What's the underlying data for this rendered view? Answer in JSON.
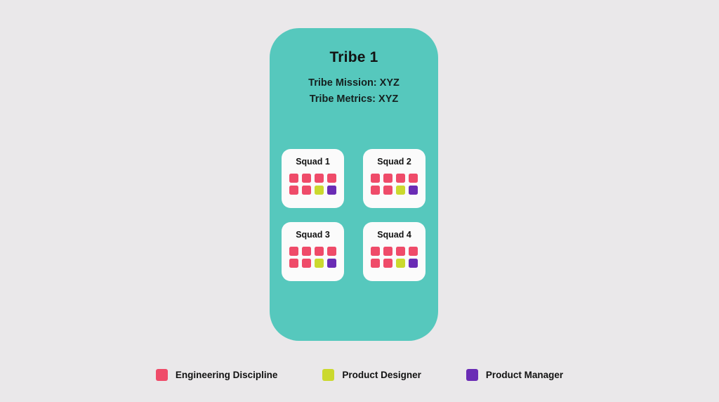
{
  "colors": {
    "page_background": "#eae8ea",
    "tribe_panel": "#56c8bd",
    "squad_card": "#fbfbfb",
    "engineering": "#ef4b६9",
    "engineering_hex": "#ef4b69",
    "designer": "#cbd92e",
    "manager": "#6a2cb5",
    "text": "#121212"
  },
  "tribe": {
    "title": "Tribe 1",
    "mission": "Tribe Mission: XYZ",
    "metrics": "Tribe Metrics: XYZ",
    "squads": [
      {
        "name": "Squad 1",
        "members": [
          "engineering",
          "engineering",
          "engineering",
          "engineering",
          "engineering",
          "engineering",
          "designer",
          "manager"
        ]
      },
      {
        "name": "Squad 2",
        "members": [
          "engineering",
          "engineering",
          "engineering",
          "engineering",
          "engineering",
          "engineering",
          "designer",
          "manager"
        ]
      },
      {
        "name": "Squad 3",
        "members": [
          "engineering",
          "engineering",
          "engineering",
          "engineering",
          "engineering",
          "engineering",
          "designer",
          "manager"
        ]
      },
      {
        "name": "Squad 4",
        "members": [
          "engineering",
          "engineering",
          "engineering",
          "engineering",
          "engineering",
          "engineering",
          "designer",
          "manager"
        ]
      }
    ]
  },
  "legend": {
    "items": [
      {
        "label": "Engineering Discipline",
        "role": "engineering",
        "color": "#ef4b69"
      },
      {
        "label": "Product Designer",
        "role": "designer",
        "color": "#cbd92e"
      },
      {
        "label": "Product Manager",
        "role": "manager",
        "color": "#6a2cb5"
      }
    ]
  }
}
